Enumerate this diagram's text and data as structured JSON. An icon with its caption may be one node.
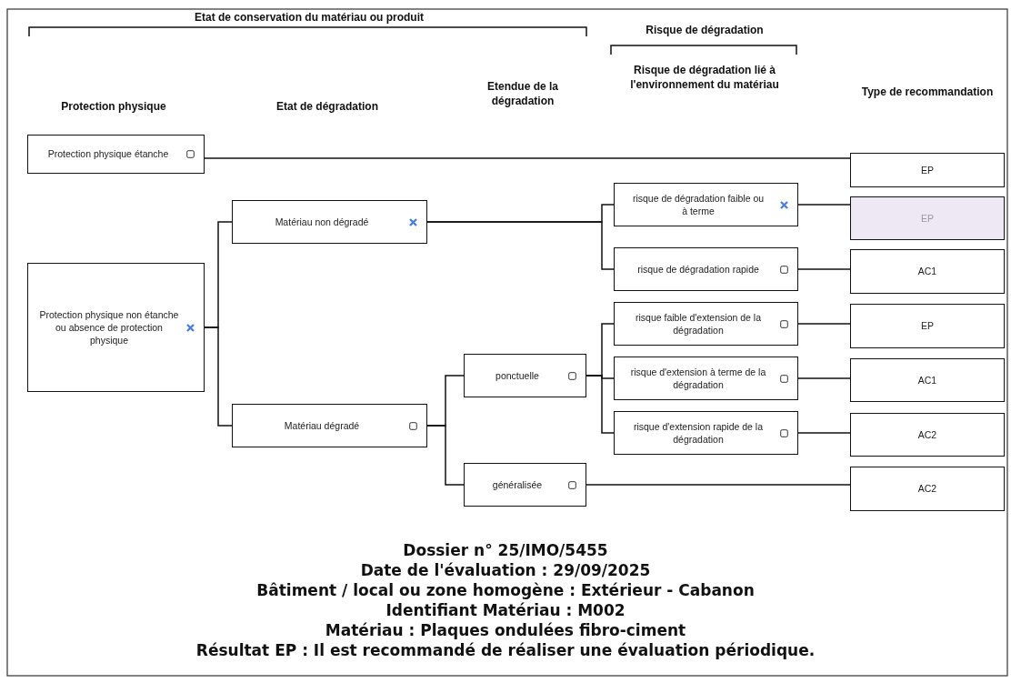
{
  "diagram": {
    "nodes": [
      {
        "text": [
          "Protection physique étanche"
        ]
      },
      {
        "text": [
          "Protection physique non étanche ou absence de protection physique"
        ]
      },
      {
        "text": [
          "Matériau non dégradé"
        ]
      },
      {
        "text": [
          "Matériau dégradé"
        ]
      },
      {
        "text": [
          "ponctuelle"
        ]
      },
      {
        "text": [
          "généralisée"
        ]
      },
      {
        "text": [
          "risque de dégradation faible ou à terme"
        ]
      },
      {
        "text": [
          "risque de dégradation rapide"
        ]
      },
      {
        "text": [
          "risque faible d'extension de la dégradation"
        ]
      },
      {
        "text": [
          "risque d'extension à terme de la dégradation"
        ]
      },
      {
        "text": [
          "risque d'extension rapide de la dégradation"
        ]
      },
      {
        "text": [
          "EP"
        ]
      },
      {
        "text": [
          "EP"
        ]
      },
      {
        "text": [
          "AC1"
        ]
      },
      {
        "text": [
          "EP"
        ]
      },
      {
        "text": [
          "AC1"
        ]
      },
      {
        "text": [
          "AC2"
        ]
      },
      {
        "text": [
          "AC2"
        ]
      }
    ],
    "edges": [
      {
        "from": 0,
        "to": 11,
        "arrow": "none"
      },
      {
        "from": 1,
        "to": 2,
        "arrow": "none"
      },
      {
        "from": 1,
        "to": 3,
        "arrow": "none"
      },
      {
        "from": 2,
        "to": 6,
        "arrow": "none"
      },
      {
        "from": 2,
        "to": 7,
        "arrow": "none"
      },
      {
        "from": 3,
        "to": 4,
        "arrow": "none"
      },
      {
        "from": 3,
        "to": 5,
        "arrow": "none"
      },
      {
        "from": 4,
        "to": 8,
        "arrow": "none"
      },
      {
        "from": 4,
        "to": 9,
        "arrow": "none"
      },
      {
        "from": 4,
        "to": 10,
        "arrow": "none"
      },
      {
        "from": 5,
        "to": 17,
        "arrow": "none"
      },
      {
        "from": 6,
        "to": 12,
        "arrow": "none"
      },
      {
        "from": 7,
        "to": 13,
        "arrow": "none"
      },
      {
        "from": 8,
        "to": 14,
        "arrow": "none"
      },
      {
        "from": 9,
        "to": 15,
        "arrow": "none"
      },
      {
        "from": 10,
        "to": 16,
        "arrow": "none"
      }
    ],
    "labels": [
      "Etat de conservation du matériau ou produit",
      "Risque de dégradation",
      "Protection physique",
      "Etat de dégradation",
      "Etendue de la dégradation",
      "Risque de dégradation lié à l'environnement du matériau",
      "Type de recommandation",
      "Dossier n° 25/IMO/5455",
      "Date de l'évaluation : 29/09/2025",
      "Bâtiment / local ou zone homogène : Extérieur - Cabanon",
      "Identifiant Matériau : M002",
      "Matériau : Plaques ondulées fibro-ciment",
      "Résultat EP : Il est recommandé de réaliser une évaluation périodique."
    ]
  }
}
